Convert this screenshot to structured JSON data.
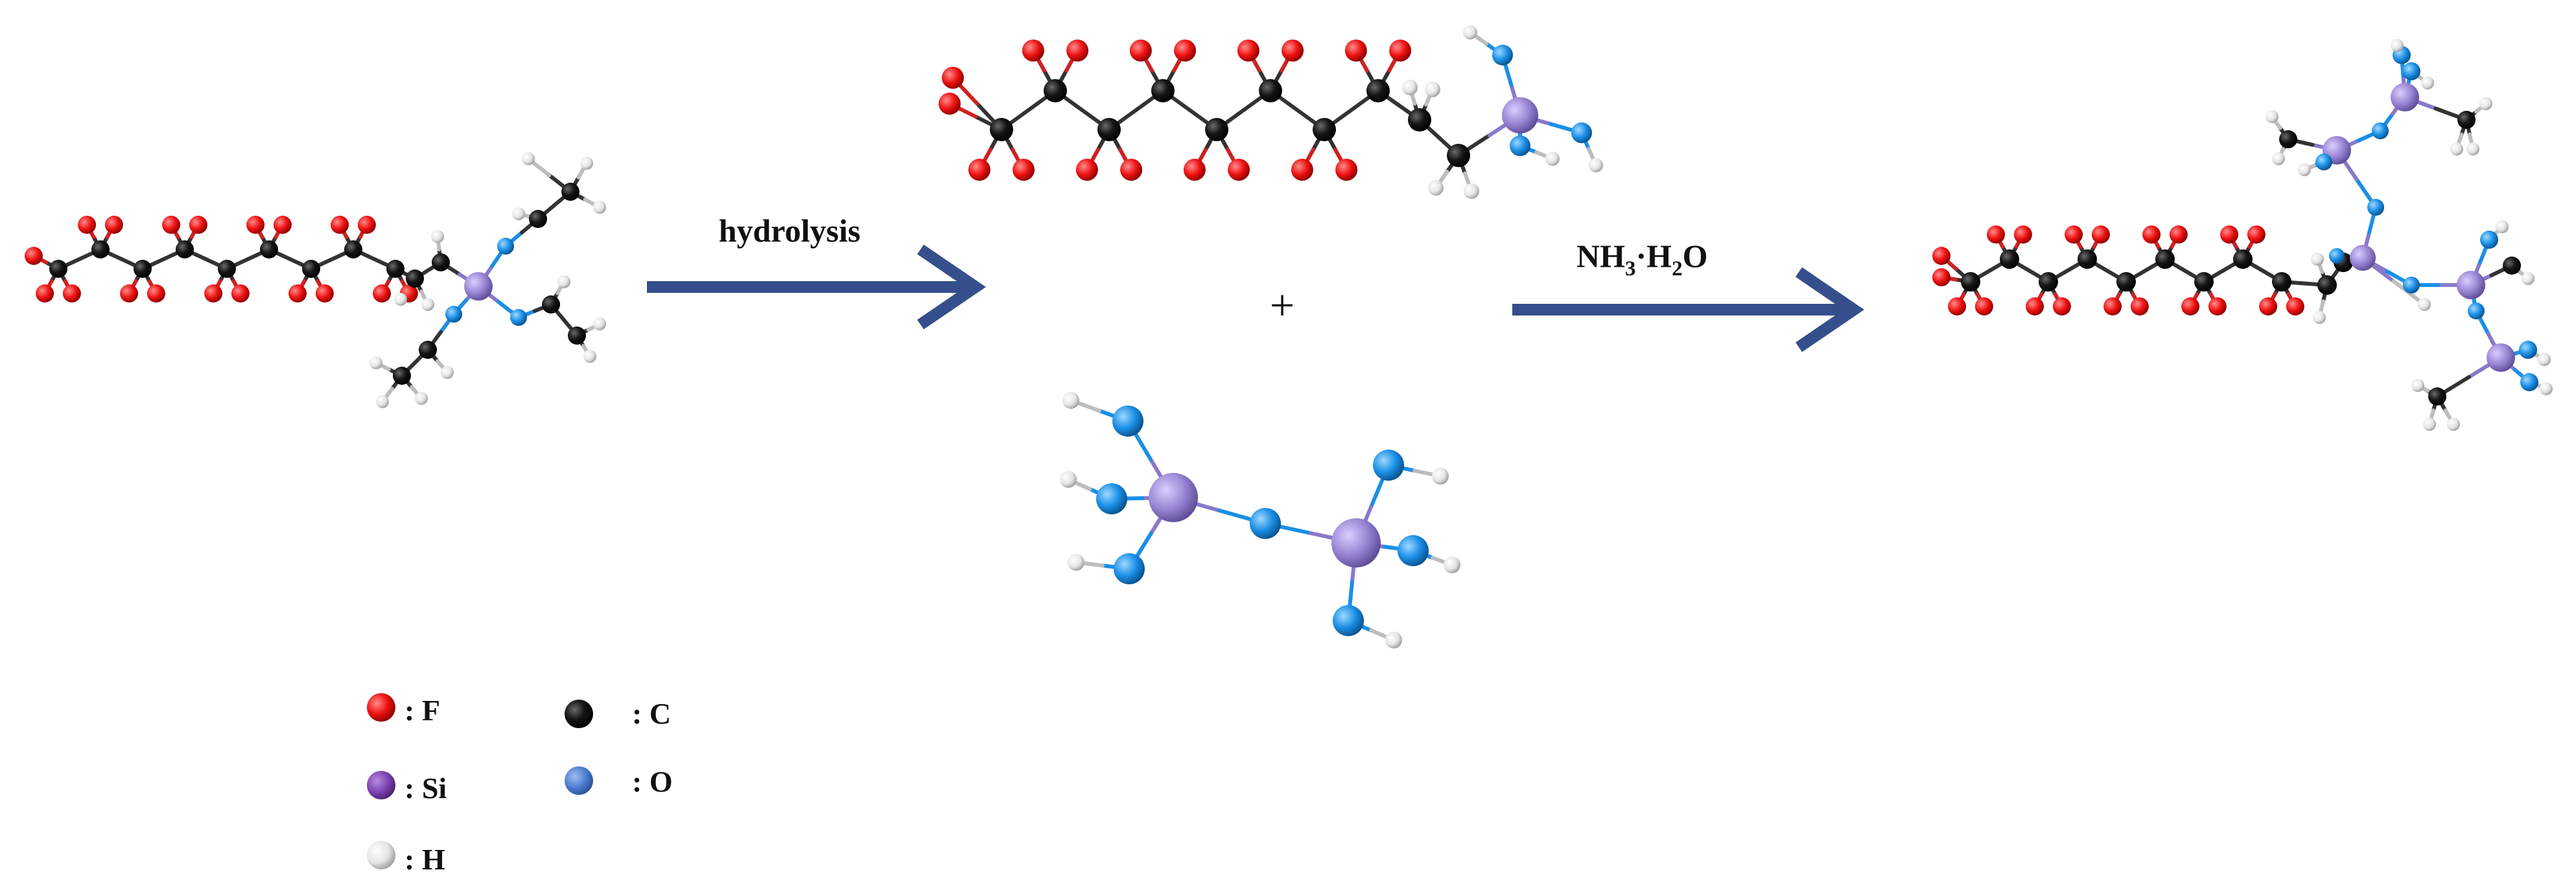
{
  "steps": {
    "hydrolysis_label": "hydrolysis",
    "plus": "+",
    "ammonia": {
      "main": "NH",
      "sub1": "3",
      "dot": "·H",
      "sub2": "2",
      "end": "O"
    }
  },
  "legend": [
    {
      "key": "F",
      "symbol": ": F",
      "color": "#ee1111"
    },
    {
      "key": "C",
      "symbol": ": C",
      "color": "#111111"
    },
    {
      "key": "Si",
      "symbol": ": Si",
      "color": "#7a3fb0"
    },
    {
      "key": "O",
      "symbol": ": O",
      "color": "#4a7bd0"
    },
    {
      "key": "H",
      "symbol": ": H",
      "color": "#d6d6d6"
    }
  ],
  "colors": {
    "F": "#ee1111",
    "C": "#111111",
    "Si": "#9a86d4",
    "O": "#1a8fe6",
    "H": "#e8e8e8",
    "arrow": "#344f8c"
  }
}
